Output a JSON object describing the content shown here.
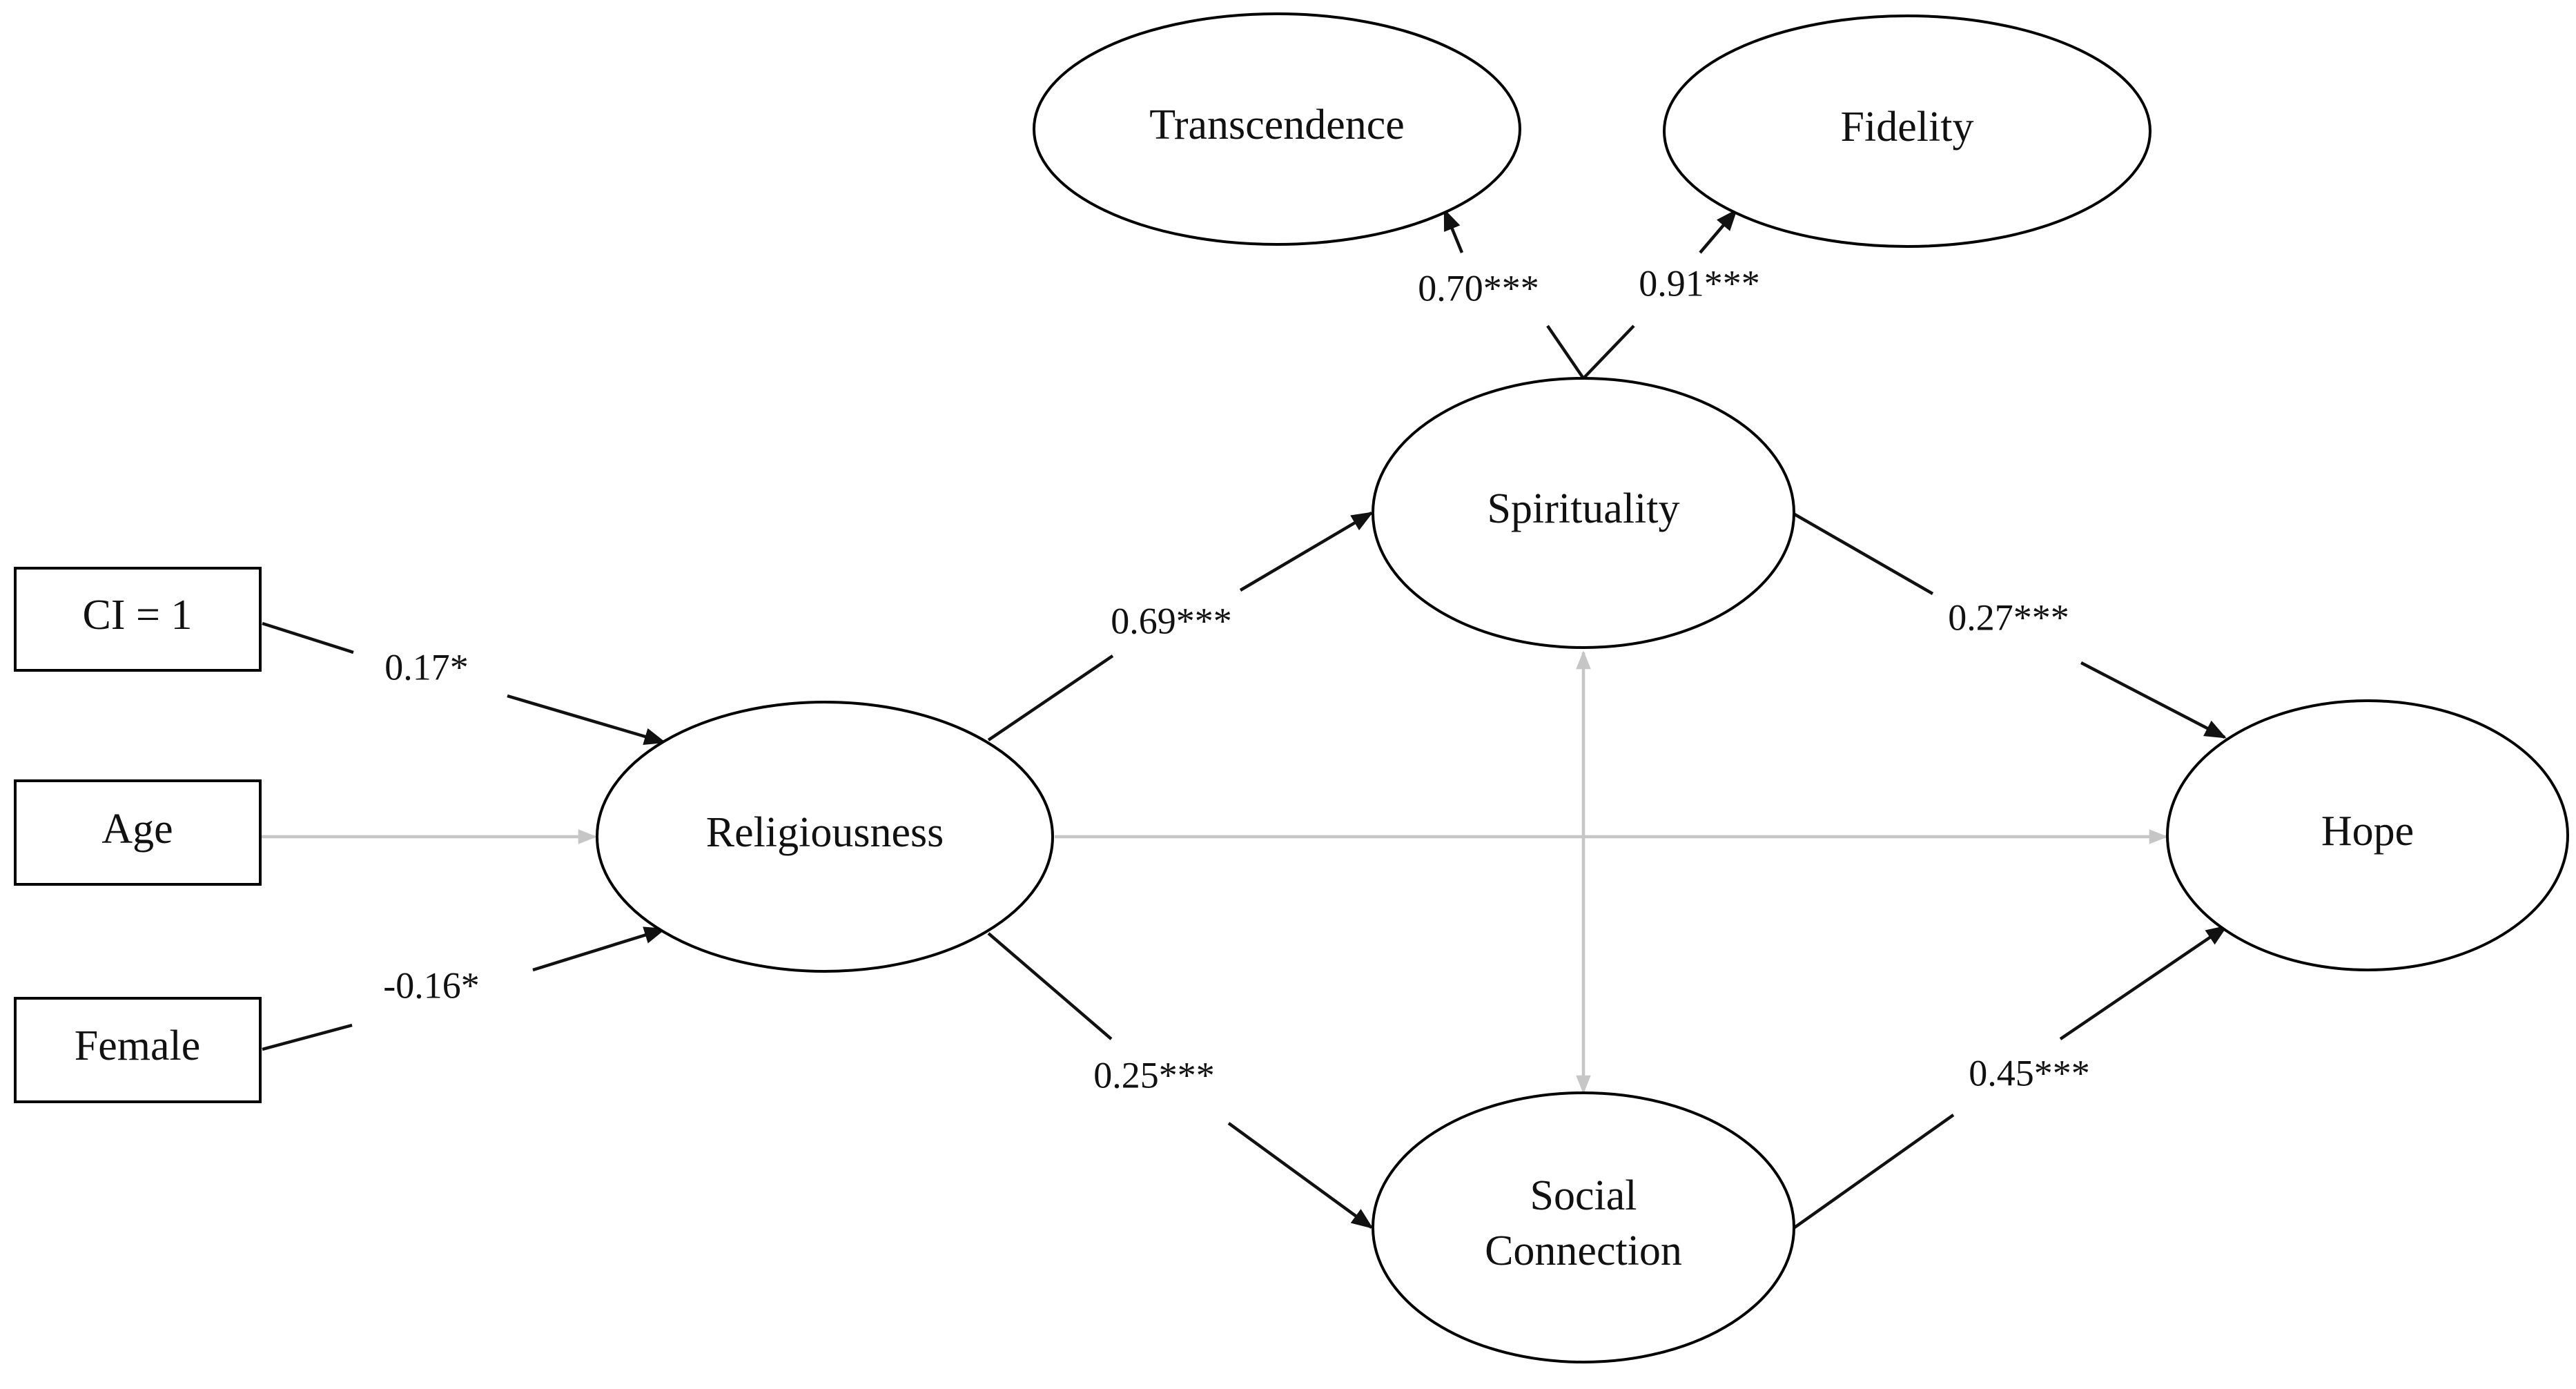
{
  "nodes": {
    "ci": "CI = 1",
    "age": "Age",
    "female": "Female",
    "religiousness": "Religiousness",
    "spirituality": "Spirituality",
    "social_line1": "Social",
    "social_line2": "Connection",
    "hope": "Hope",
    "transcendence": "Transcendence",
    "fidelity": "Fidelity"
  },
  "coefficients": {
    "ci_to_religiousness": "0.17*",
    "female_to_religiousness": "-0.16*",
    "religiousness_to_spirituality": "0.69***",
    "religiousness_to_social": "0.25***",
    "spirituality_to_hope": "0.27***",
    "social_to_hope": "0.45***",
    "spirituality_to_transcendence": "0.70***",
    "spirituality_to_fidelity": "0.91***"
  },
  "colors": {
    "significant_path": "#111111",
    "nonsignificant_path": "#c6c6c6"
  }
}
